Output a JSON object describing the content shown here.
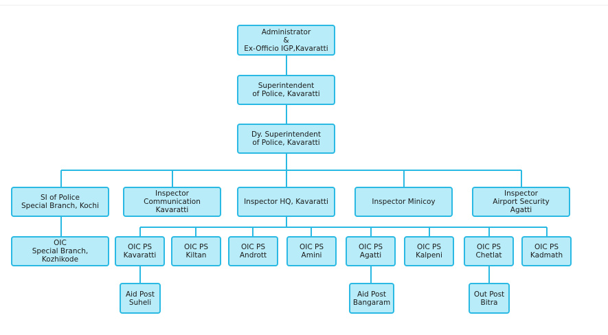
{
  "colors": {
    "node_fill": "#b8ecf8",
    "node_border": "#29b9e2",
    "connector": "#29b9e2"
  },
  "org_chart": {
    "administrator": "Administrator\n&\nEx-Officio IGP,Kavaratti",
    "superintendent": "Superintendent\nof Police, Kavaratti",
    "dy_superintendent": "Dy. Superintendent\nof Police, Kavaratti",
    "si_special_branch": "SI of Police\nSpecial Branch, Kochi",
    "inspector_communication": "Inspector\nCommunication\nKavaratti",
    "inspector_hq": "Inspector HQ, Kavaratti",
    "inspector_minicoy": "Inspector Minicoy",
    "inspector_airport": "Inspector\nAirport Security\nAgatti",
    "oic_special_branch": "OIC\nSpecial Branch,\nKozhikode",
    "oic_kavaratti": "OIC PS\nKavaratti",
    "oic_kiltan": "OIC PS\nKiltan",
    "oic_andrott": "OIC PS\nAndrott",
    "oic_amini": "OIC PS\nAmini",
    "oic_agatti": "OIC PS\nAgatti",
    "oic_kalpeni": "OIC PS\nKalpeni",
    "oic_chetlat": "OIC PS\nChetlat",
    "oic_kadmath": "OIC PS\nKadmath",
    "aid_post_suheli": "Aid Post\nSuheli",
    "aid_post_bangaram": "Aid Post\nBangaram",
    "out_post_bitra": "Out Post\nBitra"
  }
}
